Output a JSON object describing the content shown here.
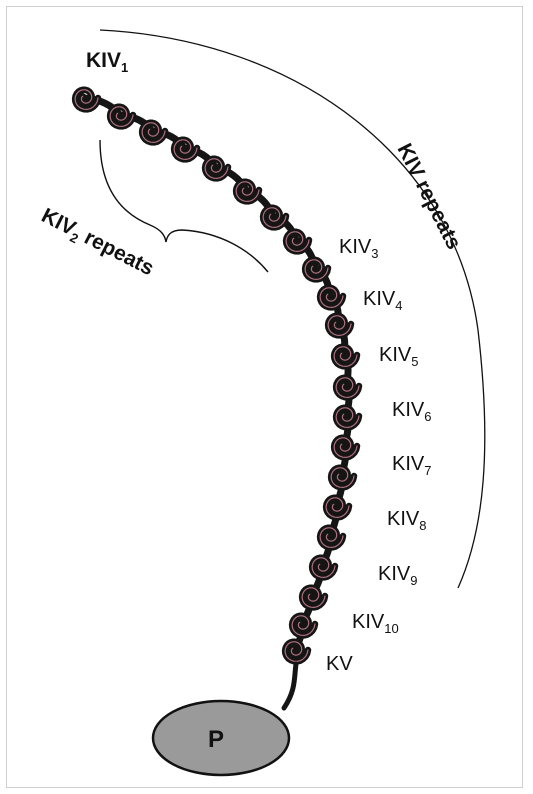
{
  "colors": {
    "coil": "#151515",
    "coil_highlight": "#ae6f7e",
    "protease_fill": "#9a9a9a",
    "line": "#111111",
    "frame": "#cfcfcf"
  },
  "labels": {
    "kiv1": {
      "base": "KIV",
      "sub": "1"
    },
    "kiv3": {
      "base": "KIV",
      "sub": "3"
    },
    "kiv4": {
      "base": "KIV",
      "sub": "4"
    },
    "kiv5": {
      "base": "KIV",
      "sub": "5"
    },
    "kiv6": {
      "base": "KIV",
      "sub": "6"
    },
    "kiv7": {
      "base": "KIV",
      "sub": "7"
    },
    "kiv8": {
      "base": "KIV",
      "sub": "8"
    },
    "kiv9": {
      "base": "KIV",
      "sub": "9"
    },
    "kiv10": {
      "base": "KIV",
      "sub": "10"
    },
    "kv": "KV",
    "protease": "P",
    "kiv2_repeats": {
      "base": "KIV",
      "sub": "2",
      "suffix": " repeats"
    },
    "kiv_repeats": "KIV repeats"
  }
}
